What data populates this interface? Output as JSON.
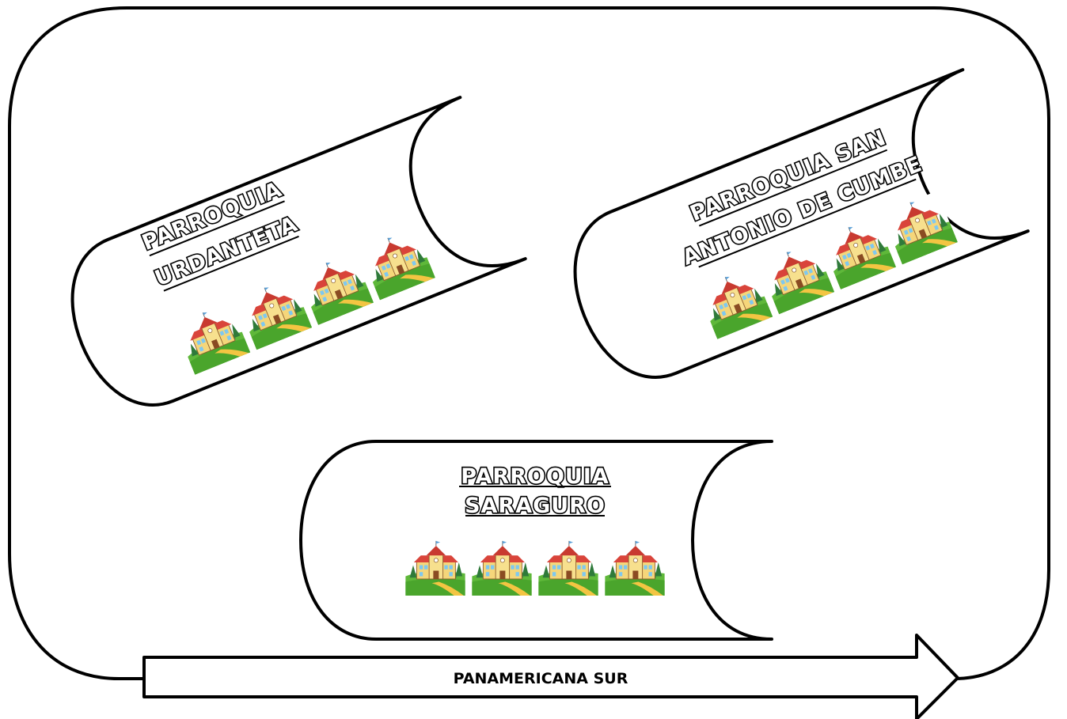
{
  "parishes": [
    {
      "line1": "PARROQUIA",
      "line2": "URDANTETA",
      "schools": 4
    },
    {
      "line1": "PARROQUIA SAN",
      "line2": "ANTONIO DE CUMBE",
      "schools": 4
    },
    {
      "line1": "PARROQUIA",
      "line2": "SARAGURO",
      "schools": 4
    }
  ],
  "road": {
    "label": "PANAMERICANA SUR"
  },
  "icons": {
    "school": "school-building-icon"
  },
  "colors": {
    "outline": "#000000",
    "roof": "#d9443a",
    "wall": "#f5d67a",
    "grass": "#5fb83a",
    "grass_light": "#9edb4c",
    "path": "#f3c542",
    "tree": "#2f7a3a",
    "window": "#7ec8f0"
  }
}
